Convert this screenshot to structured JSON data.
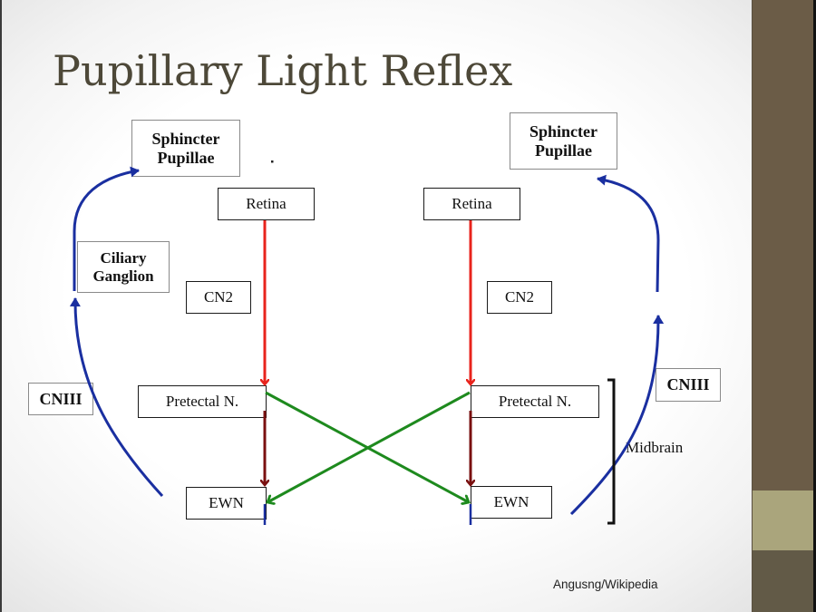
{
  "slide": {
    "title": "Pupillary Light Reflex",
    "credit": "Angusng/Wikipedia"
  },
  "left_pathway": {
    "sphincter": [
      "Sphincter",
      "Pupillae"
    ],
    "ciliary": [
      "Ciliary",
      "Ganglion"
    ],
    "cniii": "CNIII",
    "retina": "Retina",
    "cn2": "CN2",
    "pretectal": "Pretectal N.",
    "ewn": "EWN"
  },
  "right_pathway": {
    "sphincter": [
      "Sphincter",
      "Pupillae"
    ],
    "cniii": "CNIII",
    "retina": "Retina",
    "cn2": "CN2",
    "pretectal": "Pretectal N.",
    "ewn": "EWN"
  },
  "bracket_label": "Midbrain",
  "colors": {
    "afferent": "#e8231c",
    "pretectal_to_ewn": "#7a1010",
    "crossing": "#1e8a1e",
    "efferent": "#1a2fa0",
    "title": "#4d4838",
    "sidebar": "#6b5c47",
    "sidebar_accent": "#aaa57c"
  }
}
